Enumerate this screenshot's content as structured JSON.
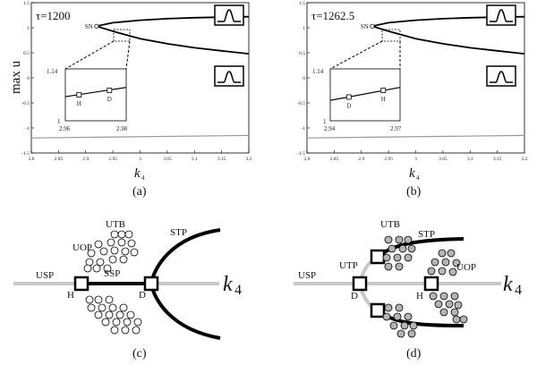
{
  "chart_data": [
    {
      "type": "line",
      "panel": "(a)",
      "tau_label": "τ=1200",
      "xlabel_main": "k",
      "xlabel_sub": "4",
      "ylabel": "max u",
      "xlim": [
        2.8,
        3.2
      ],
      "ylim": [
        -1.5,
        1.5
      ],
      "xticks": [
        2.8,
        2.85,
        2.9,
        2.95,
        3,
        3.05,
        3.1,
        3.15,
        3.2
      ],
      "xtick_labels": [
        "2.8",
        "2.85",
        "2.9",
        "2.95",
        "3",
        "3.05",
        "3.1",
        "3.15",
        "3.2"
      ],
      "yticks": [
        -1.5,
        -1,
        -0.5,
        0,
        0.5,
        1,
        1.5
      ],
      "ytick_labels": [
        "-1.5",
        "-1",
        "-0.5",
        "0",
        "0.5",
        "1",
        "1.5"
      ],
      "sn_label": "SN",
      "sn_point": [
        2.92,
        1.03
      ],
      "upper_branch": {
        "x": [
          2.92,
          2.95,
          3.0,
          3.05,
          3.1,
          3.15,
          3.2
        ],
        "y": [
          1.03,
          1.1,
          1.15,
          1.18,
          1.2,
          1.21,
          1.22
        ]
      },
      "lower_branch": {
        "x": [
          2.92,
          2.95,
          3.0,
          3.05,
          3.1,
          3.15,
          3.2
        ],
        "y": [
          1.03,
          0.93,
          0.78,
          0.68,
          0.6,
          0.54,
          0.48
        ]
      },
      "gray_line": {
        "x": [
          2.8,
          3.2
        ],
        "y": [
          -1.2,
          -1.15
        ]
      },
      "inset": {
        "xlim": [
          2.96,
          2.98
        ],
        "ylim": [
          1,
          1.14
        ],
        "xtick_labels": [
          "2.96",
          "2.98"
        ],
        "ytick_labels": [
          "1",
          "1.14"
        ],
        "line": {
          "x": [
            2.96,
            2.98
          ],
          "y": [
            1.065,
            1.09
          ]
        },
        "markers": [
          {
            "label": "H",
            "x": 2.9645,
            "y": 1.07
          },
          {
            "label": "D",
            "x": 2.9745,
            "y": 1.082
          }
        ]
      }
    },
    {
      "type": "line",
      "panel": "(b)",
      "tau_label": "τ=1262.5",
      "xlabel_main": "k",
      "xlabel_sub": "4",
      "ylabel": "",
      "xlim": [
        2.8,
        3.2
      ],
      "ylim": [
        -1.5,
        1.5
      ],
      "xticks": [
        2.8,
        2.85,
        2.9,
        2.95,
        3,
        3.05,
        3.1,
        3.15,
        3.2
      ],
      "xtick_labels": [
        "2.8",
        "2.85",
        "2.9",
        "2.95",
        "3",
        "3.05",
        "3.1",
        "3.15",
        "3.2"
      ],
      "yticks": [
        -1.5,
        -1,
        -0.5,
        0,
        0.5,
        1,
        1.5
      ],
      "ytick_labels": [
        "-1.5",
        "-1",
        "-0.5",
        "0",
        "0.5",
        "1",
        "1.5"
      ],
      "sn_label": "SN",
      "sn_point": [
        2.92,
        1.03
      ],
      "upper_branch": {
        "x": [
          2.92,
          2.95,
          3.0,
          3.05,
          3.1,
          3.15,
          3.2
        ],
        "y": [
          1.03,
          1.1,
          1.15,
          1.18,
          1.2,
          1.21,
          1.22
        ]
      },
      "lower_branch": {
        "x": [
          2.92,
          2.95,
          3.0,
          3.05,
          3.1,
          3.15,
          3.2
        ],
        "y": [
          1.03,
          0.93,
          0.78,
          0.68,
          0.6,
          0.54,
          0.48
        ]
      },
      "gray_line": {
        "x": [
          2.8,
          3.2
        ],
        "y": [
          -1.2,
          -1.15
        ]
      },
      "inset": {
        "xlim": [
          2.94,
          2.97
        ],
        "ylim": [
          1,
          1.14
        ],
        "xtick_labels": [
          "2.94",
          "2.97"
        ],
        "ytick_labels": [
          "1",
          "1.14"
        ],
        "line": {
          "x": [
            2.94,
            2.97
          ],
          "y": [
            1.055,
            1.09
          ]
        },
        "markers": [
          {
            "label": "D",
            "x": 2.948,
            "y": 1.064
          },
          {
            "label": "H",
            "x": 2.9628,
            "y": 1.082
          }
        ]
      }
    }
  ],
  "diagram_c": {
    "panel": "(c)",
    "labels": {
      "usp": "USP",
      "uop": "UOP",
      "utb": "UTB",
      "stp": "STP",
      "ssp": "SSP",
      "h": "H",
      "d": "D",
      "k_main": "k",
      "k_sub": "4"
    }
  },
  "diagram_d": {
    "panel": "(d)",
    "labels": {
      "usp": "USP",
      "utb": "UTB",
      "stp": "STP",
      "utp": "UTP",
      "uop": "UOP",
      "d": "D",
      "h": "H",
      "k_main": "k",
      "k_sub": "4"
    }
  },
  "colors": {
    "stable": "#000000",
    "unstable": "#c8c8c8",
    "marker": "#ffffff",
    "hollow_circle": "#ffffff",
    "filled_circle": "#b4b4b4"
  }
}
